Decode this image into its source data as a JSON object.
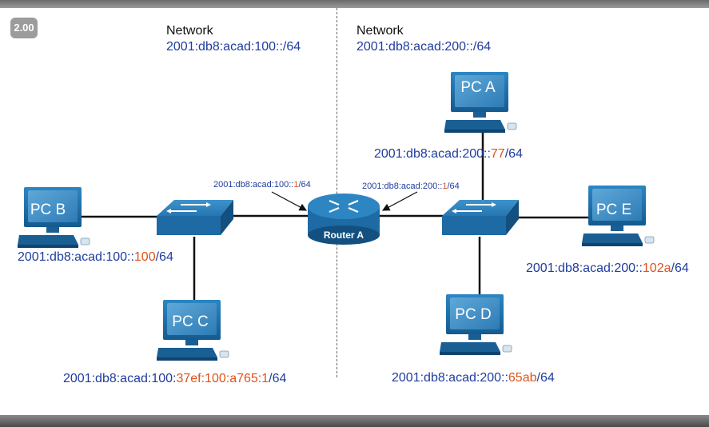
{
  "player": {
    "speed": "2.00"
  },
  "left_network": {
    "title": "Network",
    "prefix": "2001:db8:acad:100::/64"
  },
  "right_network": {
    "title": "Network",
    "prefix": "2001:db8:acad:200::/64"
  },
  "router": {
    "label": "Router A",
    "left_if": {
      "base": "2001:db8:acad:100::",
      "host": "1",
      "suffix": "/64"
    },
    "right_if": {
      "base": "2001:db8:acad:200::",
      "host": "1",
      "suffix": "/64"
    }
  },
  "pcs": {
    "pc_a": {
      "label": "PC A",
      "base": "2001:db8:acad:200::",
      "host": "77",
      "suffix": "/64"
    },
    "pc_b": {
      "label": "PC B",
      "base": "2001:db8:acad:100::",
      "host": "100",
      "suffix": "/64"
    },
    "pc_c": {
      "label": "PC C",
      "base": "2001:db8:acad:100:",
      "host": "37ef:100:a765:1",
      "suffix": "/64"
    },
    "pc_d": {
      "label": "PC D",
      "base": "2001:db8:acad:200::",
      "host": "65ab",
      "suffix": "/64"
    },
    "pc_e": {
      "label": "PC E",
      "base": "2001:db8:acad:200::",
      "host": "102a",
      "suffix": "/64"
    }
  },
  "colors": {
    "network_blue": "#1f3d9e",
    "host_orange": "#e0521a",
    "device_blue": "#1f6fa8"
  }
}
